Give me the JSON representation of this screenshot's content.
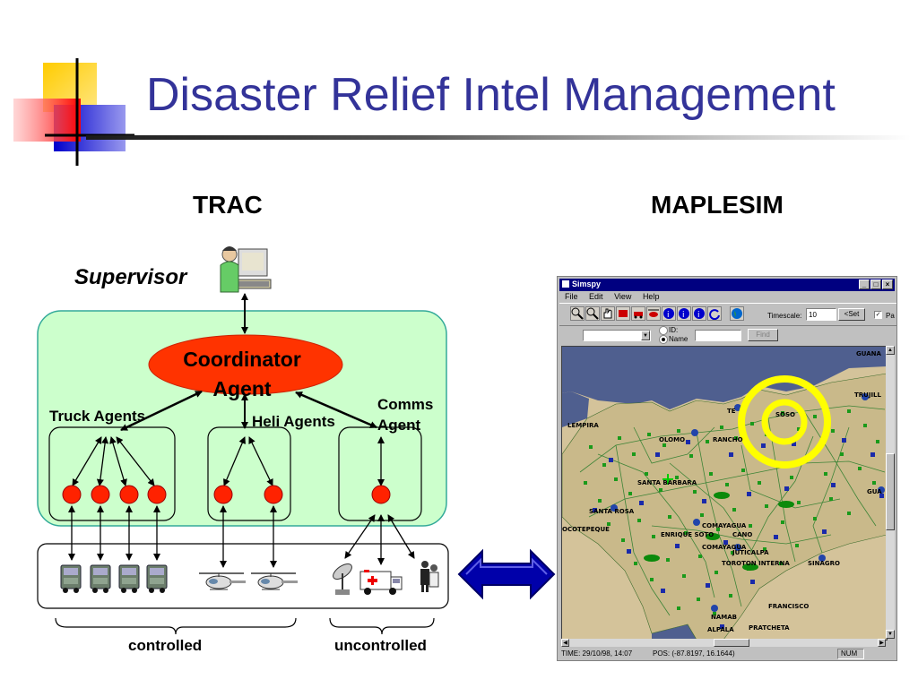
{
  "slide": {
    "title": "Disaster Relief Intel Management",
    "left_heading": "TRAC",
    "right_heading": "MAPLESIM"
  },
  "trac": {
    "supervisor": "Supervisor",
    "coordinator": "Coordinator Agent",
    "truck_agents": "Truck Agents",
    "heli_agents": "Heli Agents",
    "comms_agent_line1": "Comms",
    "comms_agent_line2": "Agent",
    "controlled": "controlled",
    "uncontrolled": "uncontrolled"
  },
  "simspy": {
    "window_title": "Simspy",
    "menu": [
      "File",
      "Edit",
      "View",
      "Help"
    ],
    "timescale_label": "Timescale:",
    "timescale_value": "10",
    "set_button": "<Set",
    "pa_label": "Pa",
    "id_label": "ID:",
    "name_label": "Name",
    "find_button": "Find",
    "status_time": "TIME: 29/10/98, 14:07",
    "status_pos": "POS: (-87.8197, 16.1644)",
    "status_num": "NUM",
    "places": [
      "GUANA",
      "TRUJILL",
      "TE",
      "SOSO",
      "OLOMO",
      "RANCHO",
      "SANTA BARBARA",
      "GUA",
      "OCOTEPEQUE",
      "SANTA ROSA",
      "COMAYAGUA",
      "ENRIQUE SOTO",
      "CANO",
      "JUTICALPA",
      "TOROTON INTERNA",
      "SINAGRO",
      "COMAYAGUA",
      "FRANCISCO",
      "NAMAB",
      "ALPALA",
      "PRATCHETA",
      "LEMPIRA"
    ]
  },
  "colors": {
    "title": "#333399",
    "agent_node": "#ff2200",
    "coordinator_fill": "#ff3300",
    "trac_panel": "#ccffcc",
    "map_land": "#d4c39a",
    "map_water": "#4f5f8f",
    "target_ring": "#ffff00",
    "arrow_fill": "#0000aa"
  }
}
